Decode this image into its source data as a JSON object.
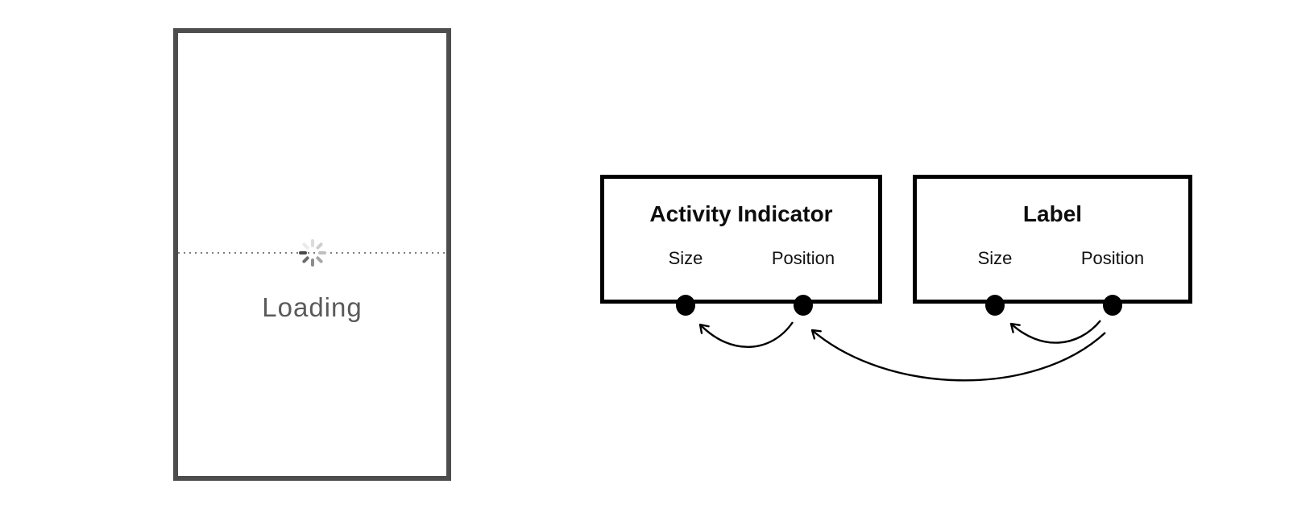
{
  "phone": {
    "loading_label": "Loading",
    "frame_color": "#4d4d4d",
    "text_color": "#5a5a5a",
    "separator_style": "dotted",
    "spinner": {
      "icon": "activity-spinner-icon",
      "spoke_colors": [
        "#dcdcdc",
        "#cecece",
        "#c0c0c0",
        "#a6a6a6",
        "#8c8c8c",
        "#6b6b6b",
        "#4a4a4a",
        "#eaeaea"
      ]
    }
  },
  "diagram": {
    "line_color": "#000000",
    "boxes": [
      {
        "id": "activity-indicator",
        "title": "Activity Indicator",
        "properties": [
          {
            "label": "Size"
          },
          {
            "label": "Position"
          }
        ]
      },
      {
        "id": "label",
        "title": "Label",
        "properties": [
          {
            "label": "Size"
          },
          {
            "label": "Position"
          }
        ]
      }
    ],
    "connections": [
      {
        "from": "activity-indicator.position",
        "to": "activity-indicator.size"
      },
      {
        "from": "label.position",
        "to": "activity-indicator.position"
      },
      {
        "from": "label.position",
        "to": "label.size"
      }
    ]
  }
}
